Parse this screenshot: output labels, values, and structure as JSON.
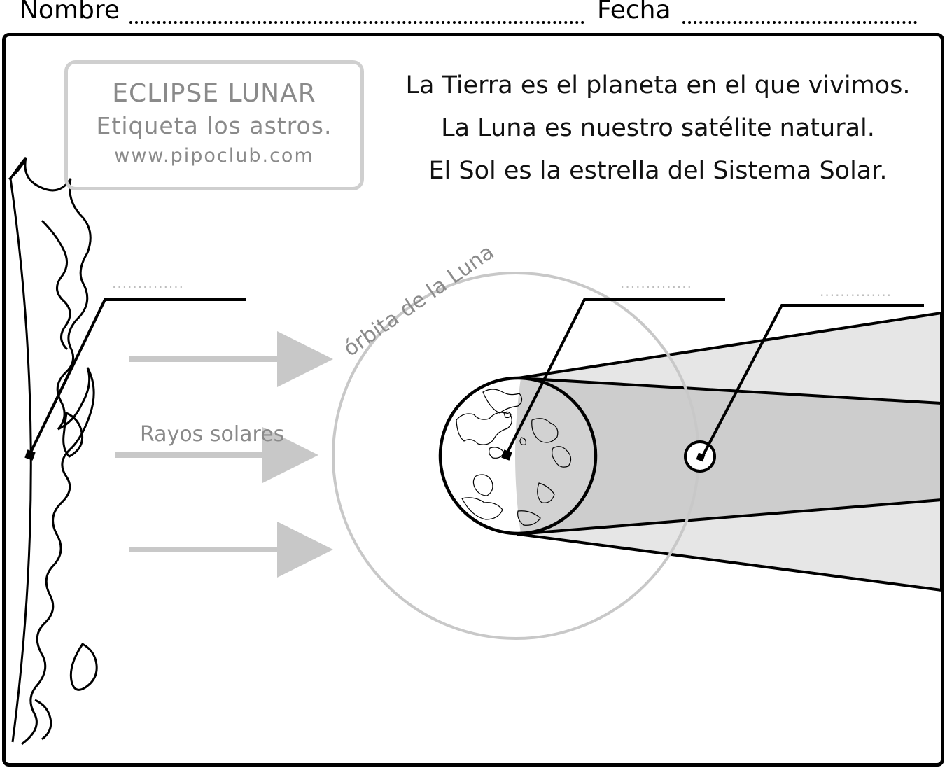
{
  "header": {
    "name_label": "Nombre",
    "date_label": "Fecha"
  },
  "title_box": {
    "title": "ECLIPSE LUNAR",
    "instruction": "Etiqueta los astros.",
    "website": "www.pipoclub.com"
  },
  "intro_lines": [
    "La Tierra es el planeta en el que vivimos.",
    "La Luna es nuestro satélite natural.",
    "El Sol es la estrella del Sistema Solar."
  ],
  "diagram": {
    "orbit_label": "órbita de la Luna",
    "rays_label": "Rayos solares",
    "answer_blank": "..............",
    "colors": {
      "light_gray": "#c8c8c8",
      "penumbra": "#e6e6e6",
      "umbra": "#cdcdcd",
      "ink": "#000000"
    }
  }
}
